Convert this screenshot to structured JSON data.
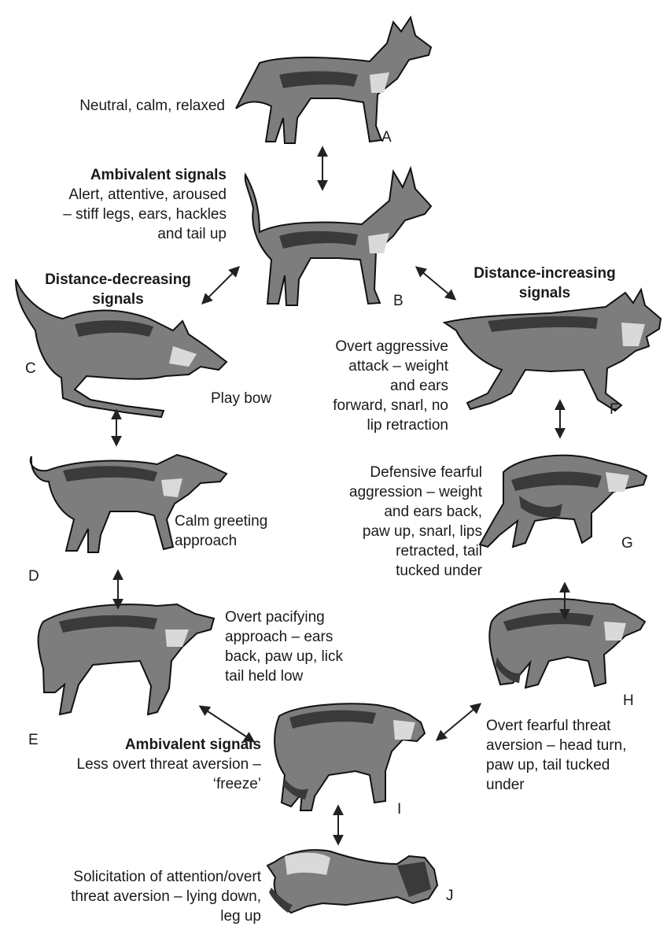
{
  "states": {
    "A": {
      "letter": "A",
      "caption": "Neutral, calm, relaxed"
    },
    "B": {
      "letter": "B",
      "title": "Ambivalent signals",
      "caption": "Alert, attentive, aroused\n– stiff legs, ears, hackles\nand tail up"
    },
    "C": {
      "letter": "C",
      "caption": "Play bow"
    },
    "D": {
      "letter": "D",
      "caption": "Calm greeting\napproach"
    },
    "E": {
      "letter": "E",
      "caption": "Overt pacifying\napproach – ears\nback, paw up, lick\ntail held low"
    },
    "F": {
      "letter": "F",
      "caption": "Overt aggressive\nattack – weight\nand ears\nforward, snarl, no\nlip retraction"
    },
    "G": {
      "letter": "G",
      "caption": "Defensive fearful\naggression – weight\nand ears back,\npaw up, snarl, lips\nretracted, tail\ntucked under"
    },
    "H": {
      "letter": "H",
      "caption": "Overt fearful threat\naversion – head turn,\npaw up, tail tucked\nunder"
    },
    "I": {
      "letter": "I",
      "title": "Ambivalent signals",
      "caption": "Less overt threat aversion –\n‘freeze’"
    },
    "J": {
      "letter": "J",
      "caption": "Solicitation of attention/overt\nthreat aversion – lying down,\nleg up"
    }
  },
  "groups": {
    "decreasing": "Distance-decreasing\nsignals",
    "increasing": "Distance-increasing\nsignals"
  },
  "colors": {
    "ink": "#1a1a1a",
    "background": "#ffffff",
    "fur": "#7d7d7d",
    "fur_dark": "#3a3a3a"
  }
}
